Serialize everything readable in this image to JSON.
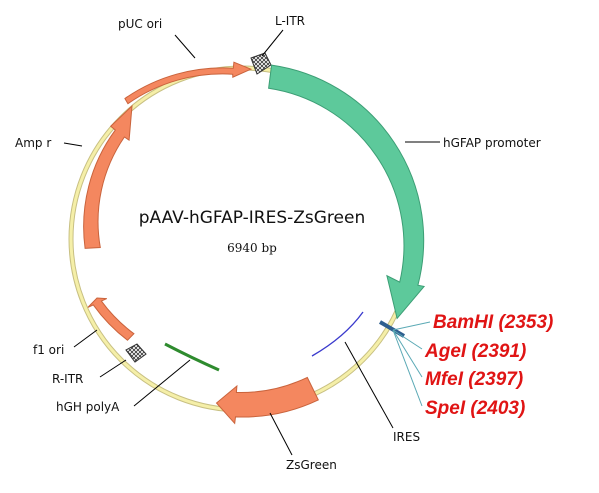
{
  "plasmid": {
    "name": "pAAV-hGFAP-IRES-ZsGreen",
    "size_label": "6940 bp"
  },
  "features": {
    "puc_ori": "pUC ori",
    "l_itr": "L-ITR",
    "hgfap_promoter": "hGFAP promoter",
    "amp_r": "Amp r",
    "f1_ori": "f1 ori",
    "r_itr": "R-ITR",
    "hgh_polya": "hGH polyA",
    "zsgreen": "ZsGreen",
    "ires": "IRES"
  },
  "restriction_sites": [
    {
      "label": "BamHI (2353)"
    },
    {
      "label": "AgeI (2391)"
    },
    {
      "label": "MfeI (2397)"
    },
    {
      "label": "SpeI (2403)"
    }
  ],
  "colors": {
    "backbone": "#F5EFA8",
    "backbone_edge": "#C8C083",
    "orange_feature": "#F4875F",
    "orange_edge": "#C9633C",
    "promoter": "#5DC99B",
    "promoter_edge": "#3C9E75",
    "polya": "#2E8B2E",
    "ires_line": "#3A3ACD",
    "site_marker": "#2F5F8F",
    "site_leader": "#5AA9B5",
    "site_text": "#E01414",
    "leader": "#000000"
  }
}
